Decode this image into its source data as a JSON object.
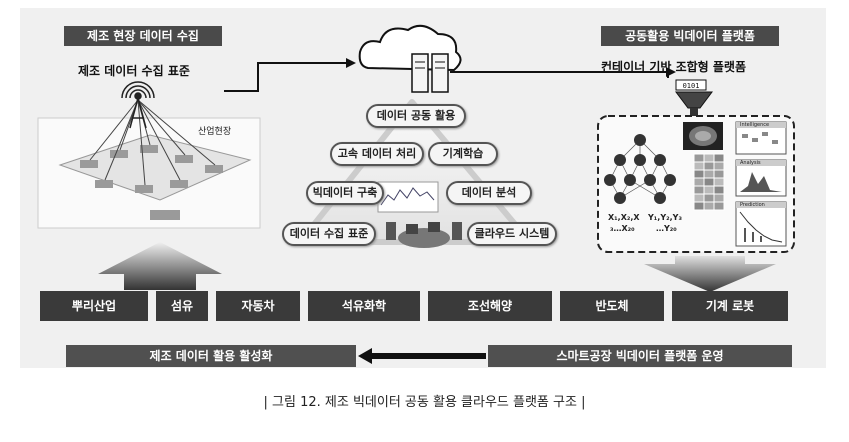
{
  "left_header": "제조 현장 데이터 수집",
  "left_subtitle": "제조 데이터 수집 표준",
  "site_label": "산업현장",
  "right_header": "공동활용 빅데이터 플랫폼",
  "right_subtitle": "컨테이너 기반 조합형 플랫폼",
  "pyramid": {
    "top": "데이터 공동 활용",
    "mid_left": "고속 데이터 처리",
    "mid_right": "기계학습",
    "low_left": "빅데이터 구축",
    "low_right": "데이터 분석",
    "base_left": "데이터 수집 표준",
    "base_right": "클라우드 시스템"
  },
  "ml": {
    "x_label_1": "X₁,X₂,X",
    "x_label_2": "₃…X₂₀",
    "y_label_1": "Y₁,Y₂,Y₃",
    "y_label_2": "…Y₂₀",
    "chart1": "Intelligence",
    "chart2": "Analysis",
    "chart3": "Prediction"
  },
  "industries": [
    "뿌리산업",
    "섬유",
    "자동차",
    "석유화학",
    "조선해양",
    "반도체",
    "기계 로봇"
  ],
  "bottom_left": "제조 데이터 활용 활성화",
  "bottom_right": "스마트공장 빅데이터 플랫폼 운영",
  "caption": "| 그림 12. 제조 빅데이터 공동 활용 클라우드 플랫폼 구조 |"
}
